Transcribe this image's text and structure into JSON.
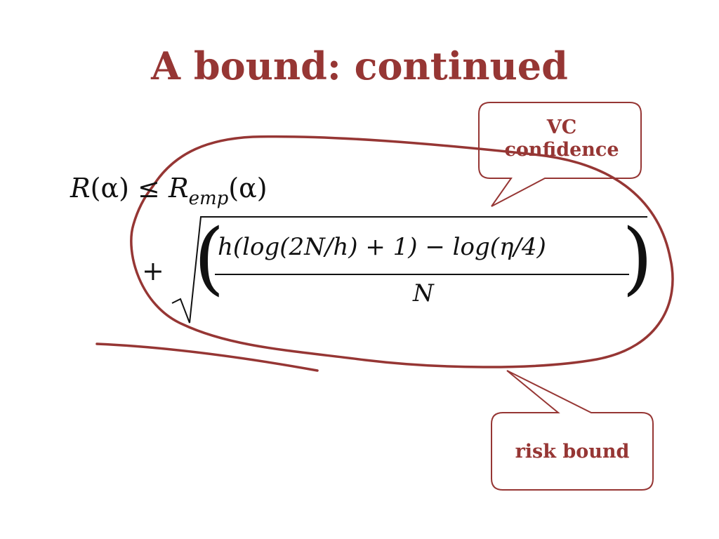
{
  "slide": {
    "title": "A bound: continued"
  },
  "formula": {
    "lhs_R": "R",
    "lhs_arg": "(α)",
    "relation": " ≤ ",
    "rhs_R": "R",
    "rhs_sub": "emp",
    "rhs_arg": "(α)",
    "plus": "+",
    "numerator": "h(log(2N/h) + 1) − log(η/4)",
    "denominator": "N",
    "left_paren": "(",
    "right_paren": ")"
  },
  "callouts": {
    "vc_confidence": {
      "line1": "VC",
      "line2": "confidence"
    },
    "risk_bound": {
      "label": "risk bound"
    }
  },
  "colors": {
    "accent": "#963634",
    "text": "#111111",
    "background": "#ffffff"
  }
}
